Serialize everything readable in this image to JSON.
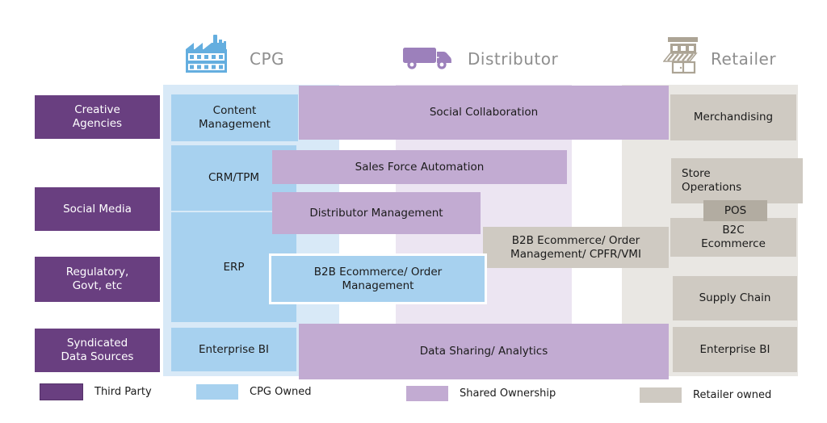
{
  "header": {
    "cpg": {
      "label": "CPG",
      "icon": "factory-icon"
    },
    "distributor": {
      "label": "Distributor",
      "icon": "truck-icon"
    },
    "retailer": {
      "label": "Retailer",
      "icon": "store-icon"
    }
  },
  "third_party": {
    "items": [
      {
        "label": "Creative\nAgencies"
      },
      {
        "label": "Social Media"
      },
      {
        "label": "Regulatory,\nGovt, etc"
      },
      {
        "label": "Syndicated\nData Sources"
      }
    ]
  },
  "cpg_owned": {
    "content_management": "Content\nManagement",
    "crm_tpm": "CRM/TPM",
    "erp": "ERP",
    "enterprise_bi": "Enterprise BI",
    "b2b_ecommerce": "B2B Ecommerce/ Order\nManagement"
  },
  "shared": {
    "social_collaboration": "Social Collaboration",
    "sales_force_automation": "Sales Force Automation",
    "distributor_management": "Distributor Management",
    "data_sharing": "Data Sharing/ Analytics"
  },
  "retailer_owned": {
    "b2b_cpfr": "B2B Ecommerce/ Order\nManagement/ CPFR/VMI",
    "merchandising": "Merchandising",
    "store_operations": "Store\nOperations",
    "pos": "POS",
    "b2c_ecommerce": "B2C\nEcommerce",
    "supply_chain": "Supply Chain",
    "enterprise_bi": "Enterprise BI"
  },
  "legend": {
    "items": [
      {
        "label": "Third Party",
        "color": "#693f80"
      },
      {
        "label": "CPG Owned",
        "color": "#a7d1ef"
      },
      {
        "label": "Shared Ownership",
        "color": "#c2abd2"
      },
      {
        "label": "Retailer owned",
        "color": "#cfcac2"
      }
    ]
  },
  "colors": {
    "cpg_owned_box": "#a7d1ef",
    "cpg_band": "#d8e9f7",
    "shared_box": "#c2abd2",
    "distributor_band": "#ece5f2",
    "retailer_box": "#cfcac2",
    "retailer_band": "#e9e7e3",
    "pos_box": "#b2aca1",
    "third_party_box": "#693f80",
    "header_text": "#8e8e8e",
    "factory_icon": "#64aedf",
    "truck_icon": "#9c80bb",
    "store_icon": "#aca495"
  }
}
